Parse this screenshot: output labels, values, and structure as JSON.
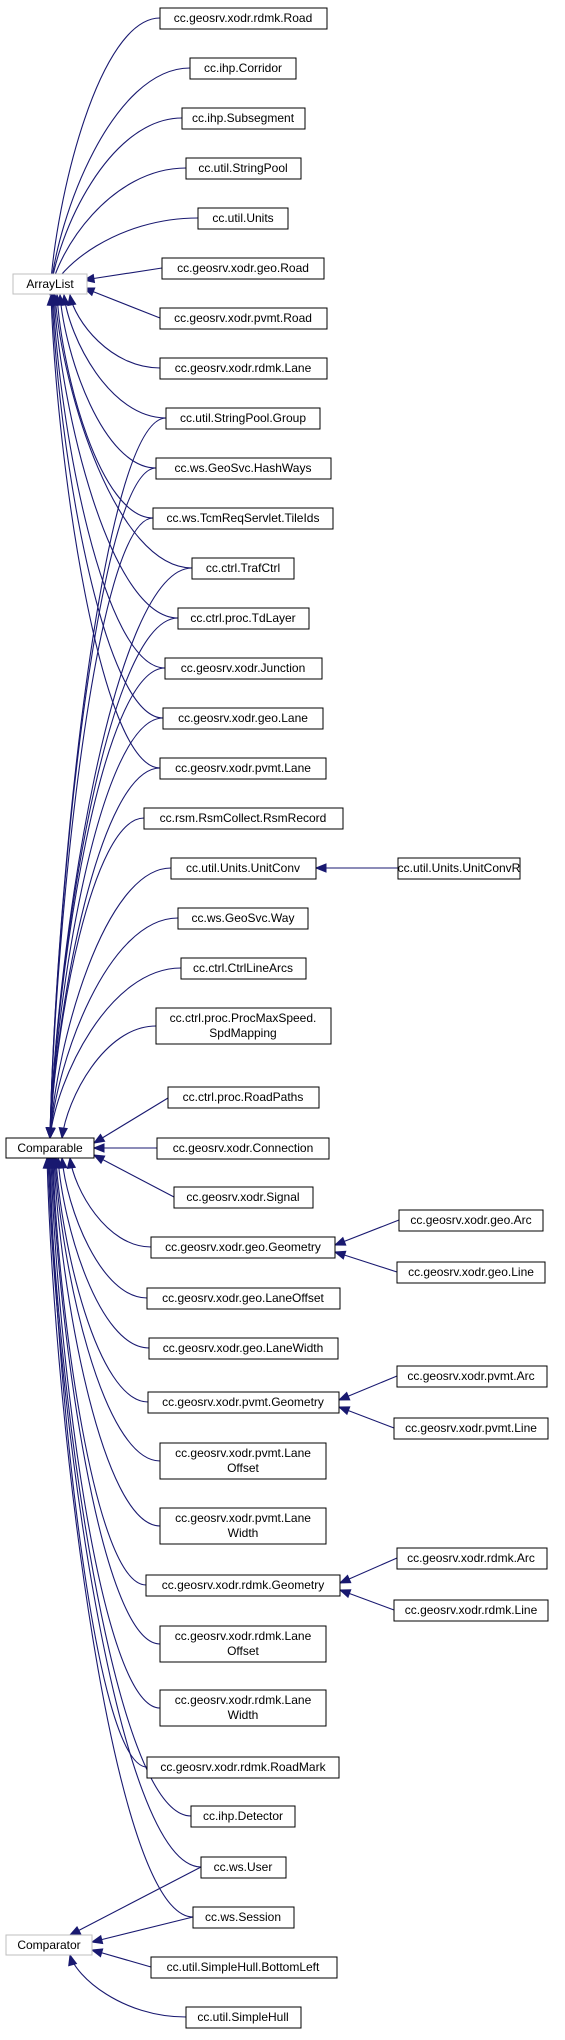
{
  "colors": {
    "edge": "#191970",
    "node_border": "#000000",
    "external_node_border": "#bfbfbf",
    "background": "#ffffff"
  },
  "nodes": {
    "arraylist": {
      "label": "ArrayList",
      "external": true
    },
    "comparable": {
      "label": "Comparable",
      "external": false
    },
    "comparator": {
      "label": "Comparator",
      "external": true
    },
    "rdmk_road": {
      "label": "cc.geosrv.xodr.rdmk.Road"
    },
    "ihp_corridor": {
      "label": "cc.ihp.Corridor"
    },
    "ihp_subsegment": {
      "label": "cc.ihp.Subsegment"
    },
    "util_stringpool": {
      "label": "cc.util.StringPool"
    },
    "util_units": {
      "label": "cc.util.Units"
    },
    "geo_road": {
      "label": "cc.geosrv.xodr.geo.Road"
    },
    "pvmt_road": {
      "label": "cc.geosrv.xodr.pvmt.Road"
    },
    "rdmk_lane": {
      "label": "cc.geosrv.xodr.rdmk.Lane"
    },
    "stringpool_group": {
      "label": "cc.util.StringPool.Group"
    },
    "geosvc_hashways": {
      "label": "cc.ws.GeoSvc.HashWays"
    },
    "tcm_tileids": {
      "label": "cc.ws.TcmReqServlet.TileIds"
    },
    "ctrl_trafctrl": {
      "label": "cc.ctrl.TrafCtrl"
    },
    "proc_tdlayer": {
      "label": "cc.ctrl.proc.TdLayer"
    },
    "xodr_junction": {
      "label": "cc.geosrv.xodr.Junction"
    },
    "geo_lane": {
      "label": "cc.geosrv.xodr.geo.Lane"
    },
    "pvmt_lane": {
      "label": "cc.geosrv.xodr.pvmt.Lane"
    },
    "rsm_record": {
      "label": "cc.rsm.RsmCollect.RsmRecord"
    },
    "units_unitconv": {
      "label": "cc.util.Units.UnitConv"
    },
    "units_unitconvr": {
      "label": "cc.util.Units.UnitConvR"
    },
    "geosvc_way": {
      "label": "cc.ws.GeoSvc.Way"
    },
    "ctrl_ctrllinearcs": {
      "label": "cc.ctrl.CtrlLineArcs"
    },
    "procmaxspeed_1": {
      "label": "cc.ctrl.proc.ProcMaxSpeed."
    },
    "procmaxspeed_2": {
      "label": "SpdMapping"
    },
    "proc_roadpaths": {
      "label": "cc.ctrl.proc.RoadPaths"
    },
    "xodr_connection": {
      "label": "cc.geosrv.xodr.Connection"
    },
    "xodr_signal": {
      "label": "cc.geosrv.xodr.Signal"
    },
    "geo_geometry": {
      "label": "cc.geosrv.xodr.geo.Geometry"
    },
    "geo_arc": {
      "label": "cc.geosrv.xodr.geo.Arc"
    },
    "geo_line": {
      "label": "cc.geosrv.xodr.geo.Line"
    },
    "geo_laneoffset": {
      "label": "cc.geosrv.xodr.geo.LaneOffset"
    },
    "geo_lanewidth": {
      "label": "cc.geosrv.xodr.geo.LaneWidth"
    },
    "pvmt_geometry": {
      "label": "cc.geosrv.xodr.pvmt.Geometry"
    },
    "pvmt_arc": {
      "label": "cc.geosrv.xodr.pvmt.Arc"
    },
    "pvmt_line": {
      "label": "cc.geosrv.xodr.pvmt.Line"
    },
    "pvmt_laneoffset_1": {
      "label": "cc.geosrv.xodr.pvmt.Lane"
    },
    "pvmt_laneoffset_2": {
      "label": "Offset"
    },
    "pvmt_lanewidth_1": {
      "label": "cc.geosrv.xodr.pvmt.Lane"
    },
    "pvmt_lanewidth_2": {
      "label": "Width"
    },
    "rdmk_geometry": {
      "label": "cc.geosrv.xodr.rdmk.Geometry"
    },
    "rdmk_arc": {
      "label": "cc.geosrv.xodr.rdmk.Arc"
    },
    "rdmk_line": {
      "label": "cc.geosrv.xodr.rdmk.Line"
    },
    "rdmk_laneoffset_1": {
      "label": "cc.geosrv.xodr.rdmk.Lane"
    },
    "rdmk_laneoffset_2": {
      "label": "Offset"
    },
    "rdmk_lanewidth_1": {
      "label": "cc.geosrv.xodr.rdmk.Lane"
    },
    "rdmk_lanewidth_2": {
      "label": "Width"
    },
    "rdmk_roadmark": {
      "label": "cc.geosrv.xodr.rdmk.RoadMark"
    },
    "ihp_detector": {
      "label": "cc.ihp.Detector"
    },
    "ws_user": {
      "label": "cc.ws.User"
    },
    "ws_session": {
      "label": "cc.ws.Session"
    },
    "hull_bottomleft": {
      "label": "cc.util.SimpleHull.BottomLeft"
    },
    "util_simplehull": {
      "label": "cc.util.SimpleHull"
    }
  }
}
